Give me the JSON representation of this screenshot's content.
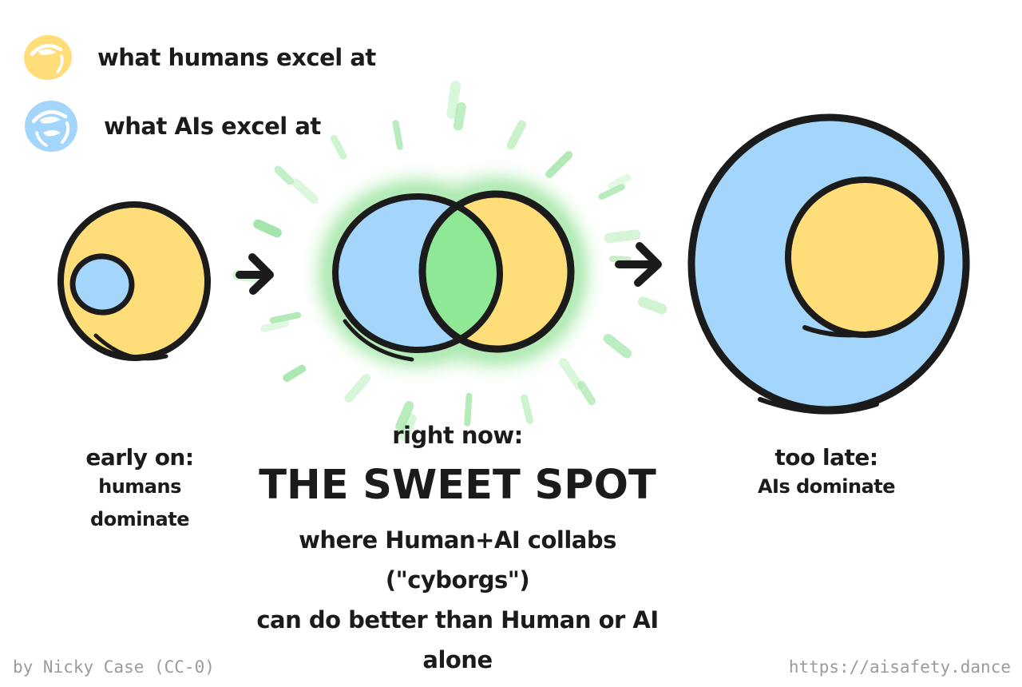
{
  "colors": {
    "human_yellow": "#FFDD78",
    "ai_blue": "#A3D6FA",
    "overlap_green": "#8FE896",
    "glow_green": "#B6EDBA",
    "outline_black": "#1b1b1b",
    "footer_gray": "#9b9b9b"
  },
  "legend": {
    "items": [
      {
        "icon": "human-color-swatch",
        "label": "what humans excel at"
      },
      {
        "icon": "ai-color-swatch",
        "label": "what AIs excel at"
      }
    ]
  },
  "stages": [
    {
      "id": "early",
      "caption_title": "early on:",
      "caption_lines": [
        "humans",
        "dominate"
      ]
    },
    {
      "id": "now",
      "caption_pre": "right now:",
      "caption_title": "THE SWEET SPOT",
      "caption_lines": [
        "where Human+AI collabs (\"cyborgs\")",
        "can do better than Human or AI alone"
      ]
    },
    {
      "id": "late",
      "caption_title": "too late:",
      "caption_lines": [
        "AIs dominate"
      ]
    }
  ],
  "footer": {
    "credit": "by Nicky Case (CC-0)",
    "url": "https://aisafety.dance"
  }
}
